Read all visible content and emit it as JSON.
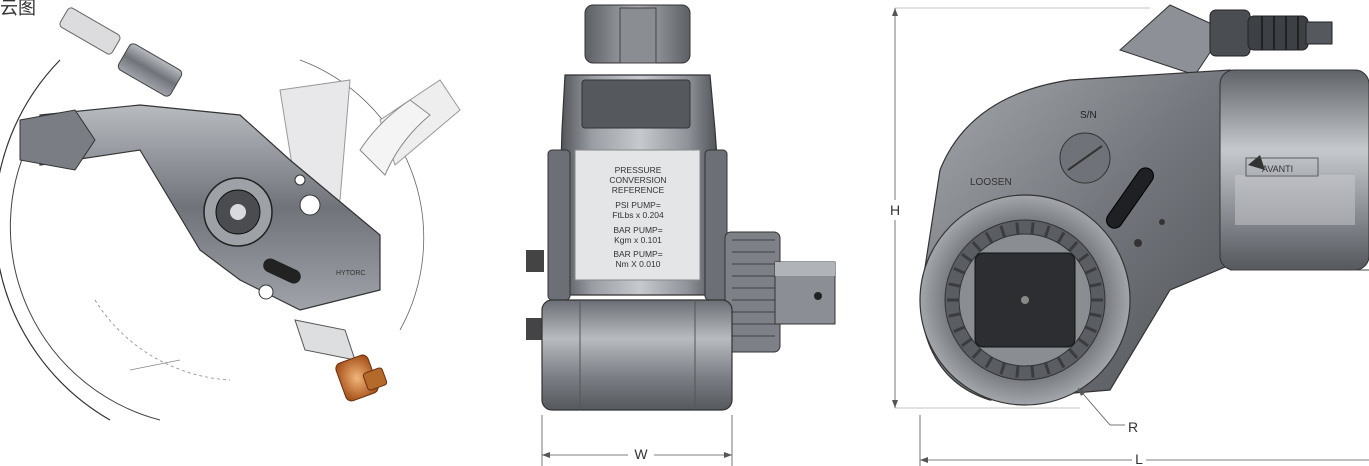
{
  "corner_text": "云图",
  "plate": {
    "line1": "PRESSURE",
    "line2": "CONVERSION",
    "line3": "REFERENCE",
    "psi1": "PSI PUMP=",
    "psi2": "FtLbs x 0.204",
    "bar1": "BAR PUMP=",
    "bar2": "Kgm x 0.101",
    "bar3": "BAR PUMP=",
    "bar4": "Nm X 0.010"
  },
  "side_view": {
    "brand": "AVANTI",
    "serial": "S/N",
    "loosen": "LOOSEN"
  },
  "dimensions": {
    "width": "W",
    "height": "H",
    "length": "L",
    "radius": "R"
  },
  "left_label": "HYTORC",
  "colors": {
    "metal_dark": "#5b5e63",
    "metal_mid": "#8d9096",
    "metal_light": "#c9ccd0",
    "line": "#222222",
    "brass": "#c8742a"
  }
}
